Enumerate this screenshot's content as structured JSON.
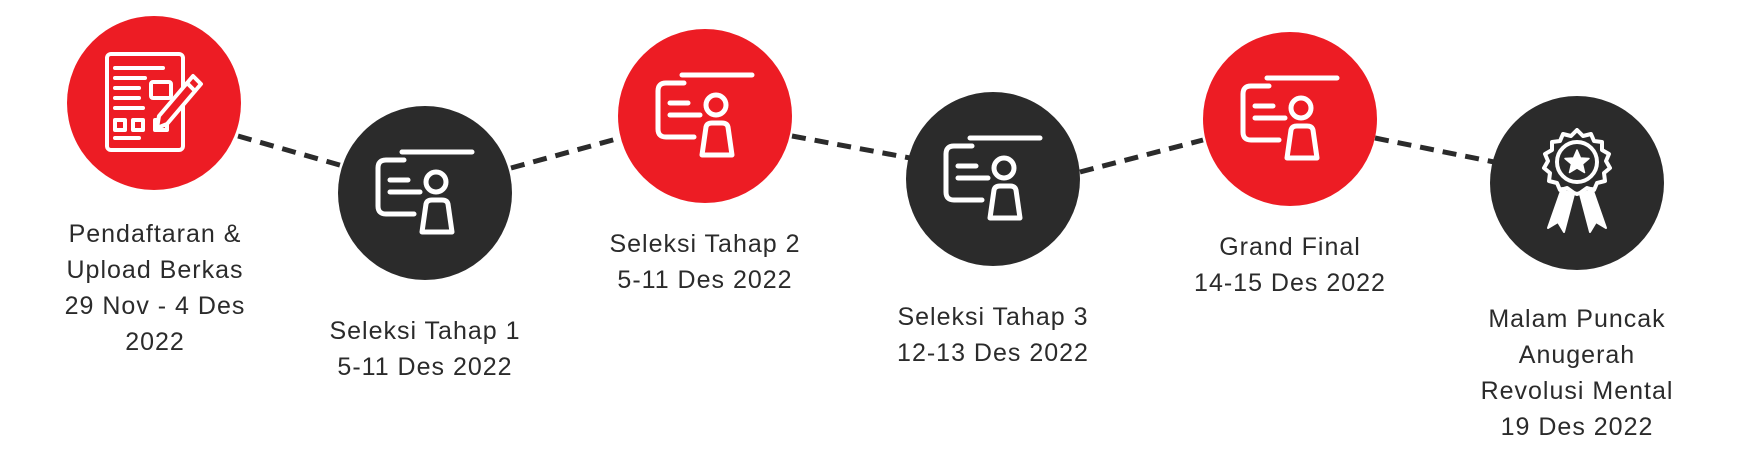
{
  "colors": {
    "red": "#ed1c24",
    "dark": "#2b2b2b",
    "icon": "#ffffff",
    "connector": "#2b2b2b"
  },
  "steps": [
    {
      "title_lines": [
        "Pendaftaran &",
        "Upload Berkas"
      ],
      "date_lines": [
        "29 Nov - 4 Des",
        "2022"
      ],
      "color": "red",
      "icon": "form-pencil-icon"
    },
    {
      "title_lines": [
        "Seleksi Tahap 1"
      ],
      "date_lines": [
        "5-11 Des 2022"
      ],
      "color": "dark",
      "icon": "id-card-icon"
    },
    {
      "title_lines": [
        "Seleksi Tahap 2"
      ],
      "date_lines": [
        "5-11 Des 2022"
      ],
      "color": "red",
      "icon": "id-card-icon"
    },
    {
      "title_lines": [
        "Seleksi Tahap 3"
      ],
      "date_lines": [
        "12-13 Des 2022"
      ],
      "color": "dark",
      "icon": "id-card-icon"
    },
    {
      "title_lines": [
        "Grand Final"
      ],
      "date_lines": [
        "14-15 Des 2022"
      ],
      "color": "red",
      "icon": "id-card-icon"
    },
    {
      "title_lines": [
        "Malam Puncak",
        "Anugerah",
        "Revolusi Mental"
      ],
      "date_lines": [
        "19 Des 2022"
      ],
      "color": "dark",
      "icon": "award-ribbon-icon"
    }
  ]
}
